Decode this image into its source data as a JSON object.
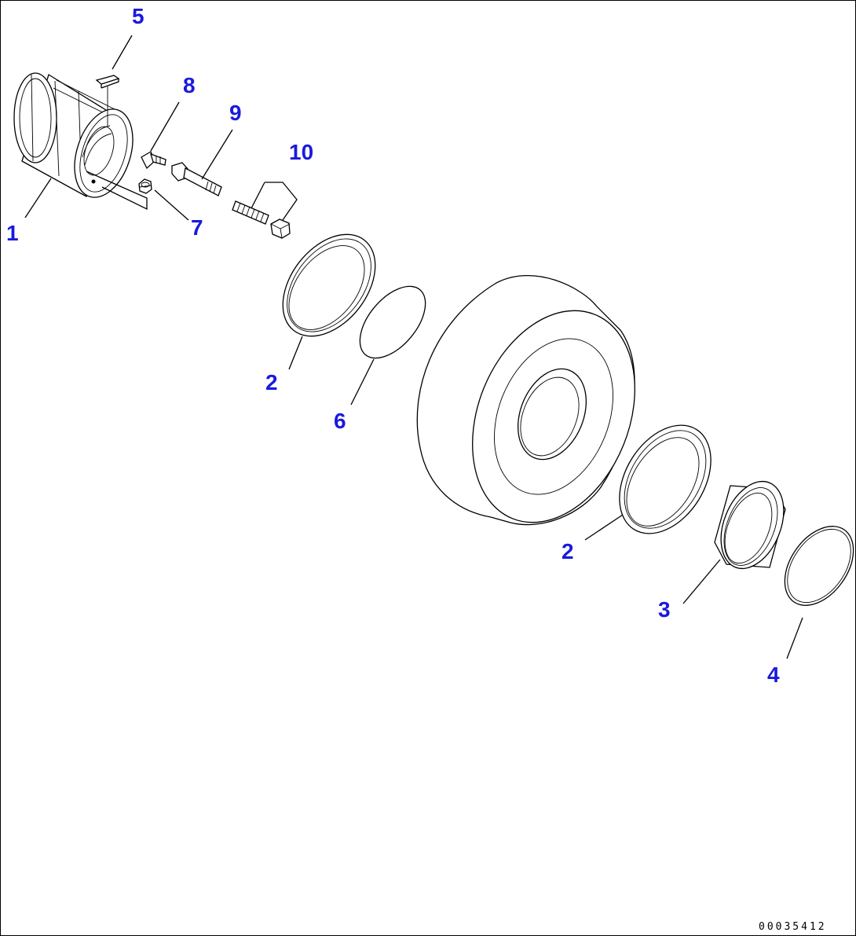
{
  "diagram": {
    "callouts": {
      "c1": "1",
      "c2a": "2",
      "c2b": "2",
      "c3": "3",
      "c4": "4",
      "c5": "5",
      "c6": "6",
      "c7": "7",
      "c8": "8",
      "c9": "9",
      "c10": "10"
    },
    "drawing_number": "00035412",
    "colors": {
      "callout": "#1a1adc",
      "line": "#000000",
      "background": "#ffffff"
    }
  }
}
